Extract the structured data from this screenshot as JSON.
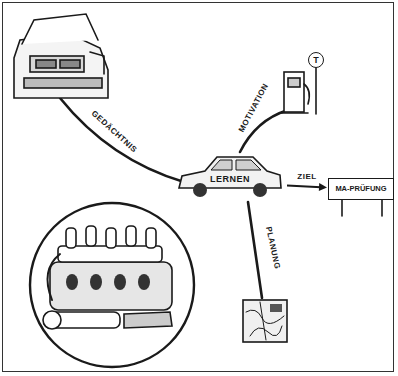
{
  "diagram": {
    "nodes": [
      {
        "text": [
          "LERNEN"
        ]
      },
      {
        "text": [
          "MA-PRÜFUNG"
        ]
      },
      {
        "text": [
          "T"
        ]
      }
    ],
    "edges": [
      {
        "from": 0,
        "to": 1,
        "label": "ZIEL",
        "arrow": "to"
      }
    ],
    "labels": [
      "GEDÄCHTNIS",
      "MOTIVATION",
      "PLANUNG"
    ]
  }
}
